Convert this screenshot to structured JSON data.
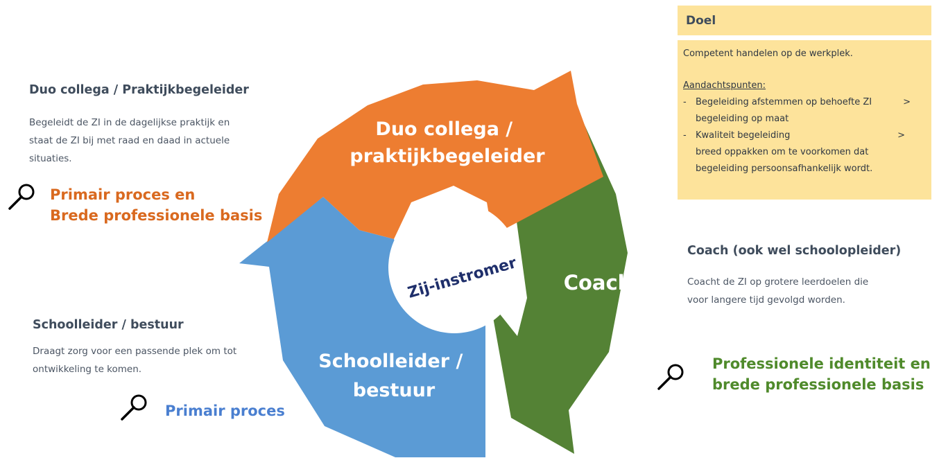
{
  "goal": {
    "title": "Doel",
    "intro": "Competent handelen op de werkplek.",
    "subtitle": "Aandachtspunten:",
    "items": [
      {
        "line1": "Begeleiding afstemmen op behoefte ZI",
        "line2": "begeleiding op maat"
      },
      {
        "line1": "Kwaliteit begeleiding",
        "line2": "breed oppakken om te voorkomen dat",
        "line3": "begeleiding persoonsafhankelijk wordt."
      }
    ],
    "dash": "-",
    "arrow_symbol": ">"
  },
  "roles": {
    "duo": {
      "title": "Duo collega / Praktijkbegeleider",
      "desc": [
        "Begeleidt de ZI in de dagelijkse praktijk en",
        "staat de ZI bij met raad en daad in actuele",
        "situaties."
      ],
      "focus": [
        "Primair proces en",
        "Brede professionele basis"
      ]
    },
    "coach": {
      "title": "Coach (ook wel schoolopleider)",
      "desc": [
        "Coacht de ZI op grotere leerdoelen die",
        "voor langere tijd gevolgd worden."
      ],
      "focus": [
        "Professionele identiteit en",
        "brede professionele basis"
      ]
    },
    "school": {
      "title": "Schoolleider / bestuur",
      "desc": [
        "Draagt zorg voor een passende plek om tot",
        "ontwikkeling te komen."
      ],
      "focus": [
        "Primair proces"
      ]
    }
  },
  "cycle": {
    "center": "Zij-instromer",
    "duo_label": [
      "Duo collega /",
      "praktijkbegeleider"
    ],
    "coach_label": "Coach",
    "school_label": [
      "Schoolleider /",
      "bestuur"
    ]
  },
  "colors": {
    "orange": "#ed7d31",
    "green": "#548235",
    "blue": "#5b9bd5",
    "navy": "#1f2f6b",
    "goal_bg": "#fde39b"
  },
  "icons": [
    "magnifier-icon"
  ]
}
